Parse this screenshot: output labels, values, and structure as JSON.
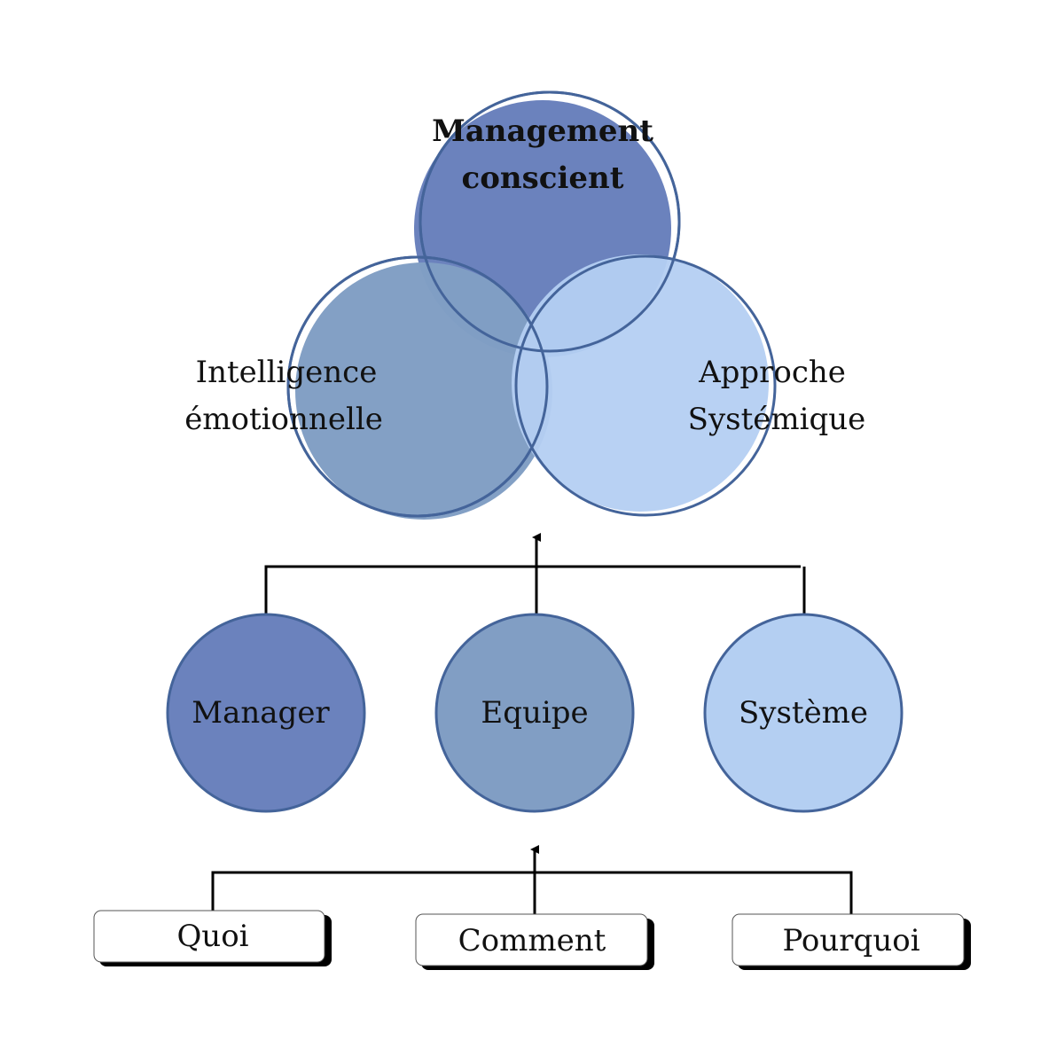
{
  "colors": {
    "dark": "#6b82bd",
    "mid": "#819ec4",
    "light": "#b4cff2",
    "outline": "#44649a",
    "line": "#000000"
  },
  "top": {
    "center_line1": "Management",
    "center_line2": "conscient",
    "left_line1": "Intelligence",
    "left_line2": "émotionnelle",
    "right_line1": "Approche",
    "right_line2": "Systémique"
  },
  "middle": {
    "manager": "Manager",
    "equipe": "Equipe",
    "systeme": "Système"
  },
  "bottom": {
    "quoi": "Quoi",
    "comment": "Comment",
    "pourquoi": "Pourquoi"
  }
}
